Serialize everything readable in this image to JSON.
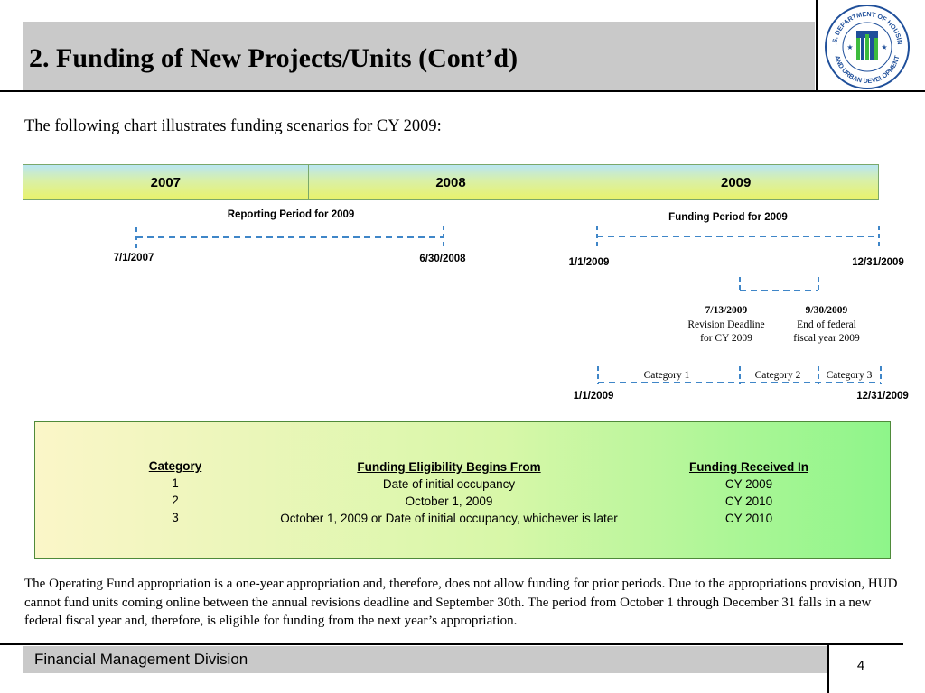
{
  "header": {
    "title": "2. Funding of New Projects/Units (Cont’d)",
    "logo_text_top": "U.S. DEPARTMENT OF HOUSING",
    "logo_text_bottom": "AND URBAN DEVELOPMENT"
  },
  "intro": "The following chart illustrates funding scenarios for CY 2009:",
  "timeline": {
    "years": [
      "2007",
      "2008",
      "2009"
    ],
    "reporting_period": {
      "label": "Reporting Period for 2009",
      "start": "7/1/2007",
      "end": "6/30/2008"
    },
    "funding_period": {
      "label": "Funding Period for 2009",
      "start": "1/1/2009",
      "end": "12/31/2009"
    },
    "milestones": [
      {
        "date": "7/13/2009",
        "line1": "Revision Deadline",
        "line2": "for CY 2009"
      },
      {
        "date": "9/30/2009",
        "line1": "End of federal",
        "line2": "fiscal year 2009"
      }
    ],
    "categories_bar": {
      "labels": [
        "Category 1",
        "Category 2",
        "Category 3"
      ],
      "start": "1/1/2009",
      "end": "12/31/2009"
    }
  },
  "category_table": {
    "headers": {
      "category": "Category",
      "eligibility": "Funding Eligibility Begins From",
      "received": "Funding Received In"
    },
    "rows": [
      {
        "category": "1",
        "eligibility": "Date of initial occupancy",
        "received": "CY 2009"
      },
      {
        "category": "2",
        "eligibility": "October 1, 2009",
        "received": "CY 2010"
      },
      {
        "category": "3",
        "eligibility": "October 1, 2009 or Date of initial occupancy, whichever is later",
        "received": "CY 2010"
      }
    ]
  },
  "paragraph": "The Operating Fund appropriation is a one-year appropriation and, therefore, does not allow funding for prior periods.  Due to the appropriations provision, HUD cannot fund units coming online between the annual revisions deadline and September 30th.  The period from October 1 through December 31 falls in a new federal fiscal year and, therefore, is eligible for funding from the next year’s appropriation.",
  "footer": {
    "division": "Financial Management Division",
    "page_number": "4"
  },
  "colors": {
    "header_bar": "#c9c9c9",
    "dashed_line": "#3f86c8",
    "band_top": "#b9e6f2",
    "band_bottom": "#e9f26a",
    "box_left": "#fbf6c8",
    "box_right": "#8ef58a"
  }
}
